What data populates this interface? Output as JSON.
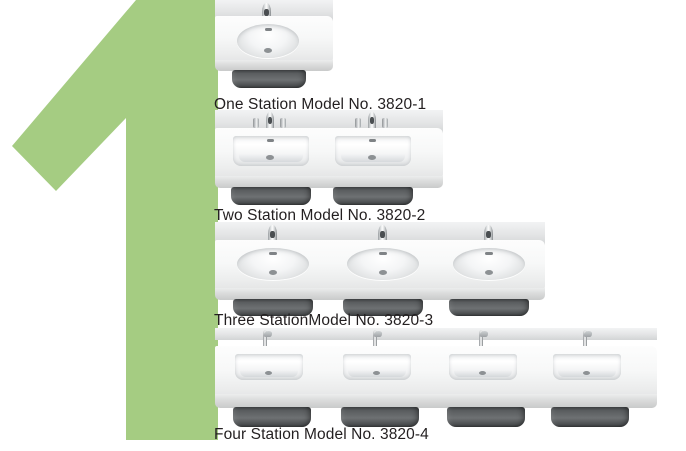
{
  "page": {
    "background_color": "#ffffff",
    "accent_green": "#a5cc82",
    "counter_white": "#f7f8f8",
    "cabinet_gray": "#5a5d5f",
    "text_color": "#231f20"
  },
  "numeral": {
    "value": "1",
    "color": "#a5cc82",
    "name": "big-number-one"
  },
  "products": [
    {
      "id": "3820-1",
      "stations": 1,
      "caption": "One Station Model No. 3820-1",
      "basin_shape": "oval",
      "faucet_type": "sensor",
      "basin_count": 1
    },
    {
      "id": "3820-2",
      "stations": 2,
      "caption": "Two Station Model No. 3820-2",
      "basin_shape": "rectangular",
      "faucet_type": "sensor-with-dispensers",
      "basin_count": 2
    },
    {
      "id": "3820-3",
      "stations": 3,
      "caption": "Three StationModel No. 3820-3",
      "basin_shape": "oval",
      "faucet_type": "sensor",
      "basin_count": 3
    },
    {
      "id": "3820-4",
      "stations": 4,
      "caption": "Four Station Model No. 3820-4",
      "basin_shape": "square",
      "faucet_type": "gooseneck-cross-handle",
      "basin_count": 4
    }
  ]
}
